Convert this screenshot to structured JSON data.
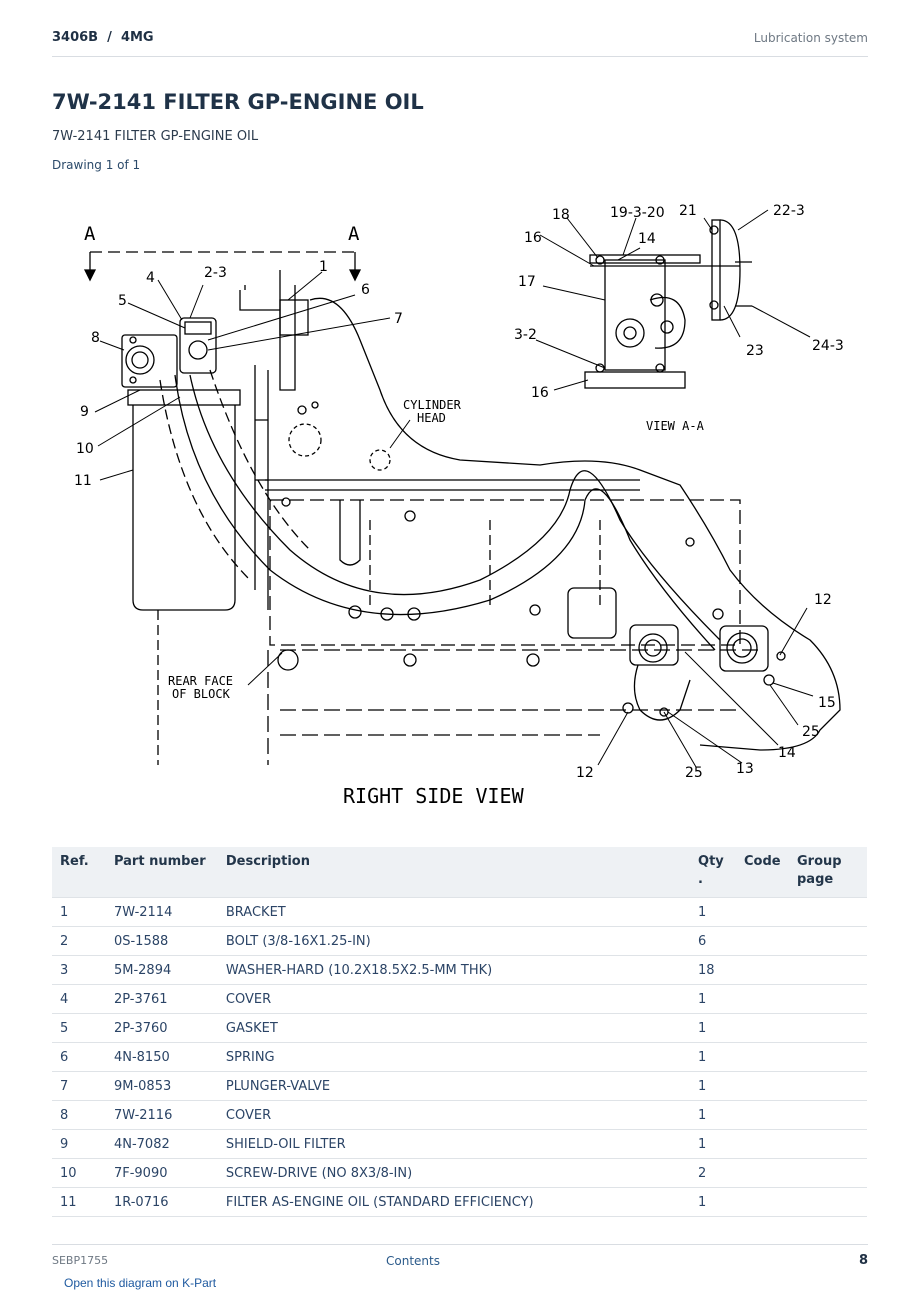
{
  "header": {
    "model": "3406B  /  4MG",
    "section": "Lubrication system"
  },
  "title": "7W-2141 FILTER GP-ENGINE OIL",
  "subtitle": "7W-2141 FILTER GP-ENGINE OIL",
  "drawing_label": "Drawing 1 of 1",
  "diagram": {
    "view_markers": {
      "left": "A",
      "right": "A"
    },
    "cylinder_head_label": [
      "CYLINDER",
      "HEAD"
    ],
    "rear_face_label": [
      "REAR FACE",
      "OF BLOCK"
    ],
    "view_aa_label": "VIEW A-A",
    "right_side_view_label": "RIGHT SIDE VIEW",
    "callouts": {
      "c1": "1",
      "c2_3": "2-3",
      "c4": "4",
      "c5": "5",
      "c6": "6",
      "c7": "7",
      "c8": "8",
      "c9": "9",
      "c10": "10",
      "c11": "11",
      "c12_top": "12",
      "c15": "15",
      "c25_right": "25",
      "c14_bottom": "14",
      "c13": "13",
      "c25_bottom": "25",
      "c12_bottom": "12",
      "v18": "18",
      "v19_3_20": "19-3-20",
      "v21": "21",
      "v22_3": "22-3",
      "v16_top": "16",
      "v14": "14",
      "v17": "17",
      "v3_2": "3-2",
      "v16_bottom": "16",
      "v23": "23",
      "v24_3": "24-3"
    }
  },
  "table": {
    "headers": {
      "ref": "Ref.",
      "part_number": "Part number",
      "description": "Description",
      "qty": "Qty .",
      "code": "Code",
      "group_page": "Group page"
    },
    "rows": [
      {
        "ref": "1",
        "part_number": "7W-2114",
        "description": "BRACKET",
        "qty": "1",
        "code": "",
        "group_page": ""
      },
      {
        "ref": "2",
        "part_number": "0S-1588",
        "description": "BOLT (3/8-16X1.25-IN)",
        "qty": "6",
        "code": "",
        "group_page": ""
      },
      {
        "ref": "3",
        "part_number": "5M-2894",
        "description": "WASHER-HARD (10.2X18.5X2.5-MM THK)",
        "qty": "18",
        "code": "",
        "group_page": ""
      },
      {
        "ref": "4",
        "part_number": "2P-3761",
        "description": "COVER",
        "qty": "1",
        "code": "",
        "group_page": ""
      },
      {
        "ref": "5",
        "part_number": "2P-3760",
        "description": "GASKET",
        "qty": "1",
        "code": "",
        "group_page": ""
      },
      {
        "ref": "6",
        "part_number": "4N-8150",
        "description": "SPRING",
        "qty": "1",
        "code": "",
        "group_page": ""
      },
      {
        "ref": "7",
        "part_number": "9M-0853",
        "description": "PLUNGER-VALVE",
        "qty": "1",
        "code": "",
        "group_page": ""
      },
      {
        "ref": "8",
        "part_number": "7W-2116",
        "description": "COVER",
        "qty": "1",
        "code": "",
        "group_page": ""
      },
      {
        "ref": "9",
        "part_number": "4N-7082",
        "description": "SHIELD-OIL FILTER",
        "qty": "1",
        "code": "",
        "group_page": ""
      },
      {
        "ref": "10",
        "part_number": "7F-9090",
        "description": "SCREW-DRIVE (NO 8X3/8-IN)",
        "qty": "2",
        "code": "",
        "group_page": ""
      },
      {
        "ref": "11",
        "part_number": "1R-0716",
        "description": "FILTER AS-ENGINE OIL (STANDARD EFFICIENCY)",
        "qty": "1",
        "code": "",
        "group_page": ""
      }
    ]
  },
  "footer": {
    "doc_id": "SEBP1755",
    "contents_link": "Contents",
    "page_number": "8"
  },
  "kpart_link": "Open this diagram on K-Part"
}
